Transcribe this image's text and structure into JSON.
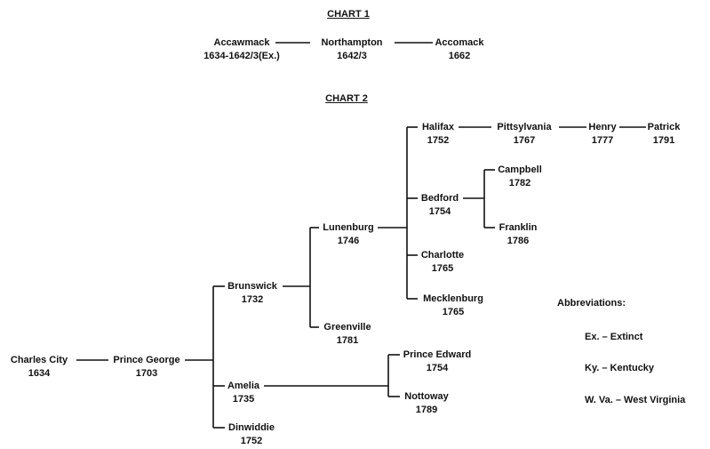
{
  "chart1": {
    "title": "CHART 1",
    "nodes": {
      "accawmack": {
        "name": "Accawmack",
        "year": "1634-1642/3(Ex.)"
      },
      "northampton": {
        "name": "Northampton",
        "year": "1642/3"
      },
      "accomack": {
        "name": "Accomack",
        "year": "1662"
      }
    }
  },
  "chart2": {
    "title": "CHART 2",
    "nodes": {
      "charles_city": {
        "name": "Charles City",
        "year": "1634"
      },
      "prince_george": {
        "name": "Prince George",
        "year": "1703"
      },
      "brunswick": {
        "name": "Brunswick",
        "year": "1732"
      },
      "amelia": {
        "name": "Amelia",
        "year": "1735"
      },
      "dinwiddie": {
        "name": "Dinwiddie",
        "year": "1752"
      },
      "lunenburg": {
        "name": "Lunenburg",
        "year": "1746"
      },
      "greenville": {
        "name": "Greenville",
        "year": "1781"
      },
      "prince_edward": {
        "name": "Prince Edward",
        "year": "1754"
      },
      "nottoway": {
        "name": "Nottoway",
        "year": "1789"
      },
      "halifax": {
        "name": "Halifax",
        "year": "1752"
      },
      "bedford": {
        "name": "Bedford",
        "year": "1754"
      },
      "charlotte": {
        "name": "Charlotte",
        "year": "1765"
      },
      "mecklenburg": {
        "name": "Mecklenburg",
        "year": "1765"
      },
      "pittsylvania": {
        "name": "Pittsylvania",
        "year": "1767"
      },
      "henry": {
        "name": "Henry",
        "year": "1777"
      },
      "patrick": {
        "name": "Patrick",
        "year": "1791"
      },
      "campbell": {
        "name": "Campbell",
        "year": "1782"
      },
      "franklin": {
        "name": "Franklin",
        "year": "1786"
      }
    }
  },
  "abbreviations": {
    "title": "Abbreviations:",
    "items": [
      "Ex. – Extinct",
      "Ky. – Kentucky",
      "W. Va. – West Virginia"
    ]
  }
}
